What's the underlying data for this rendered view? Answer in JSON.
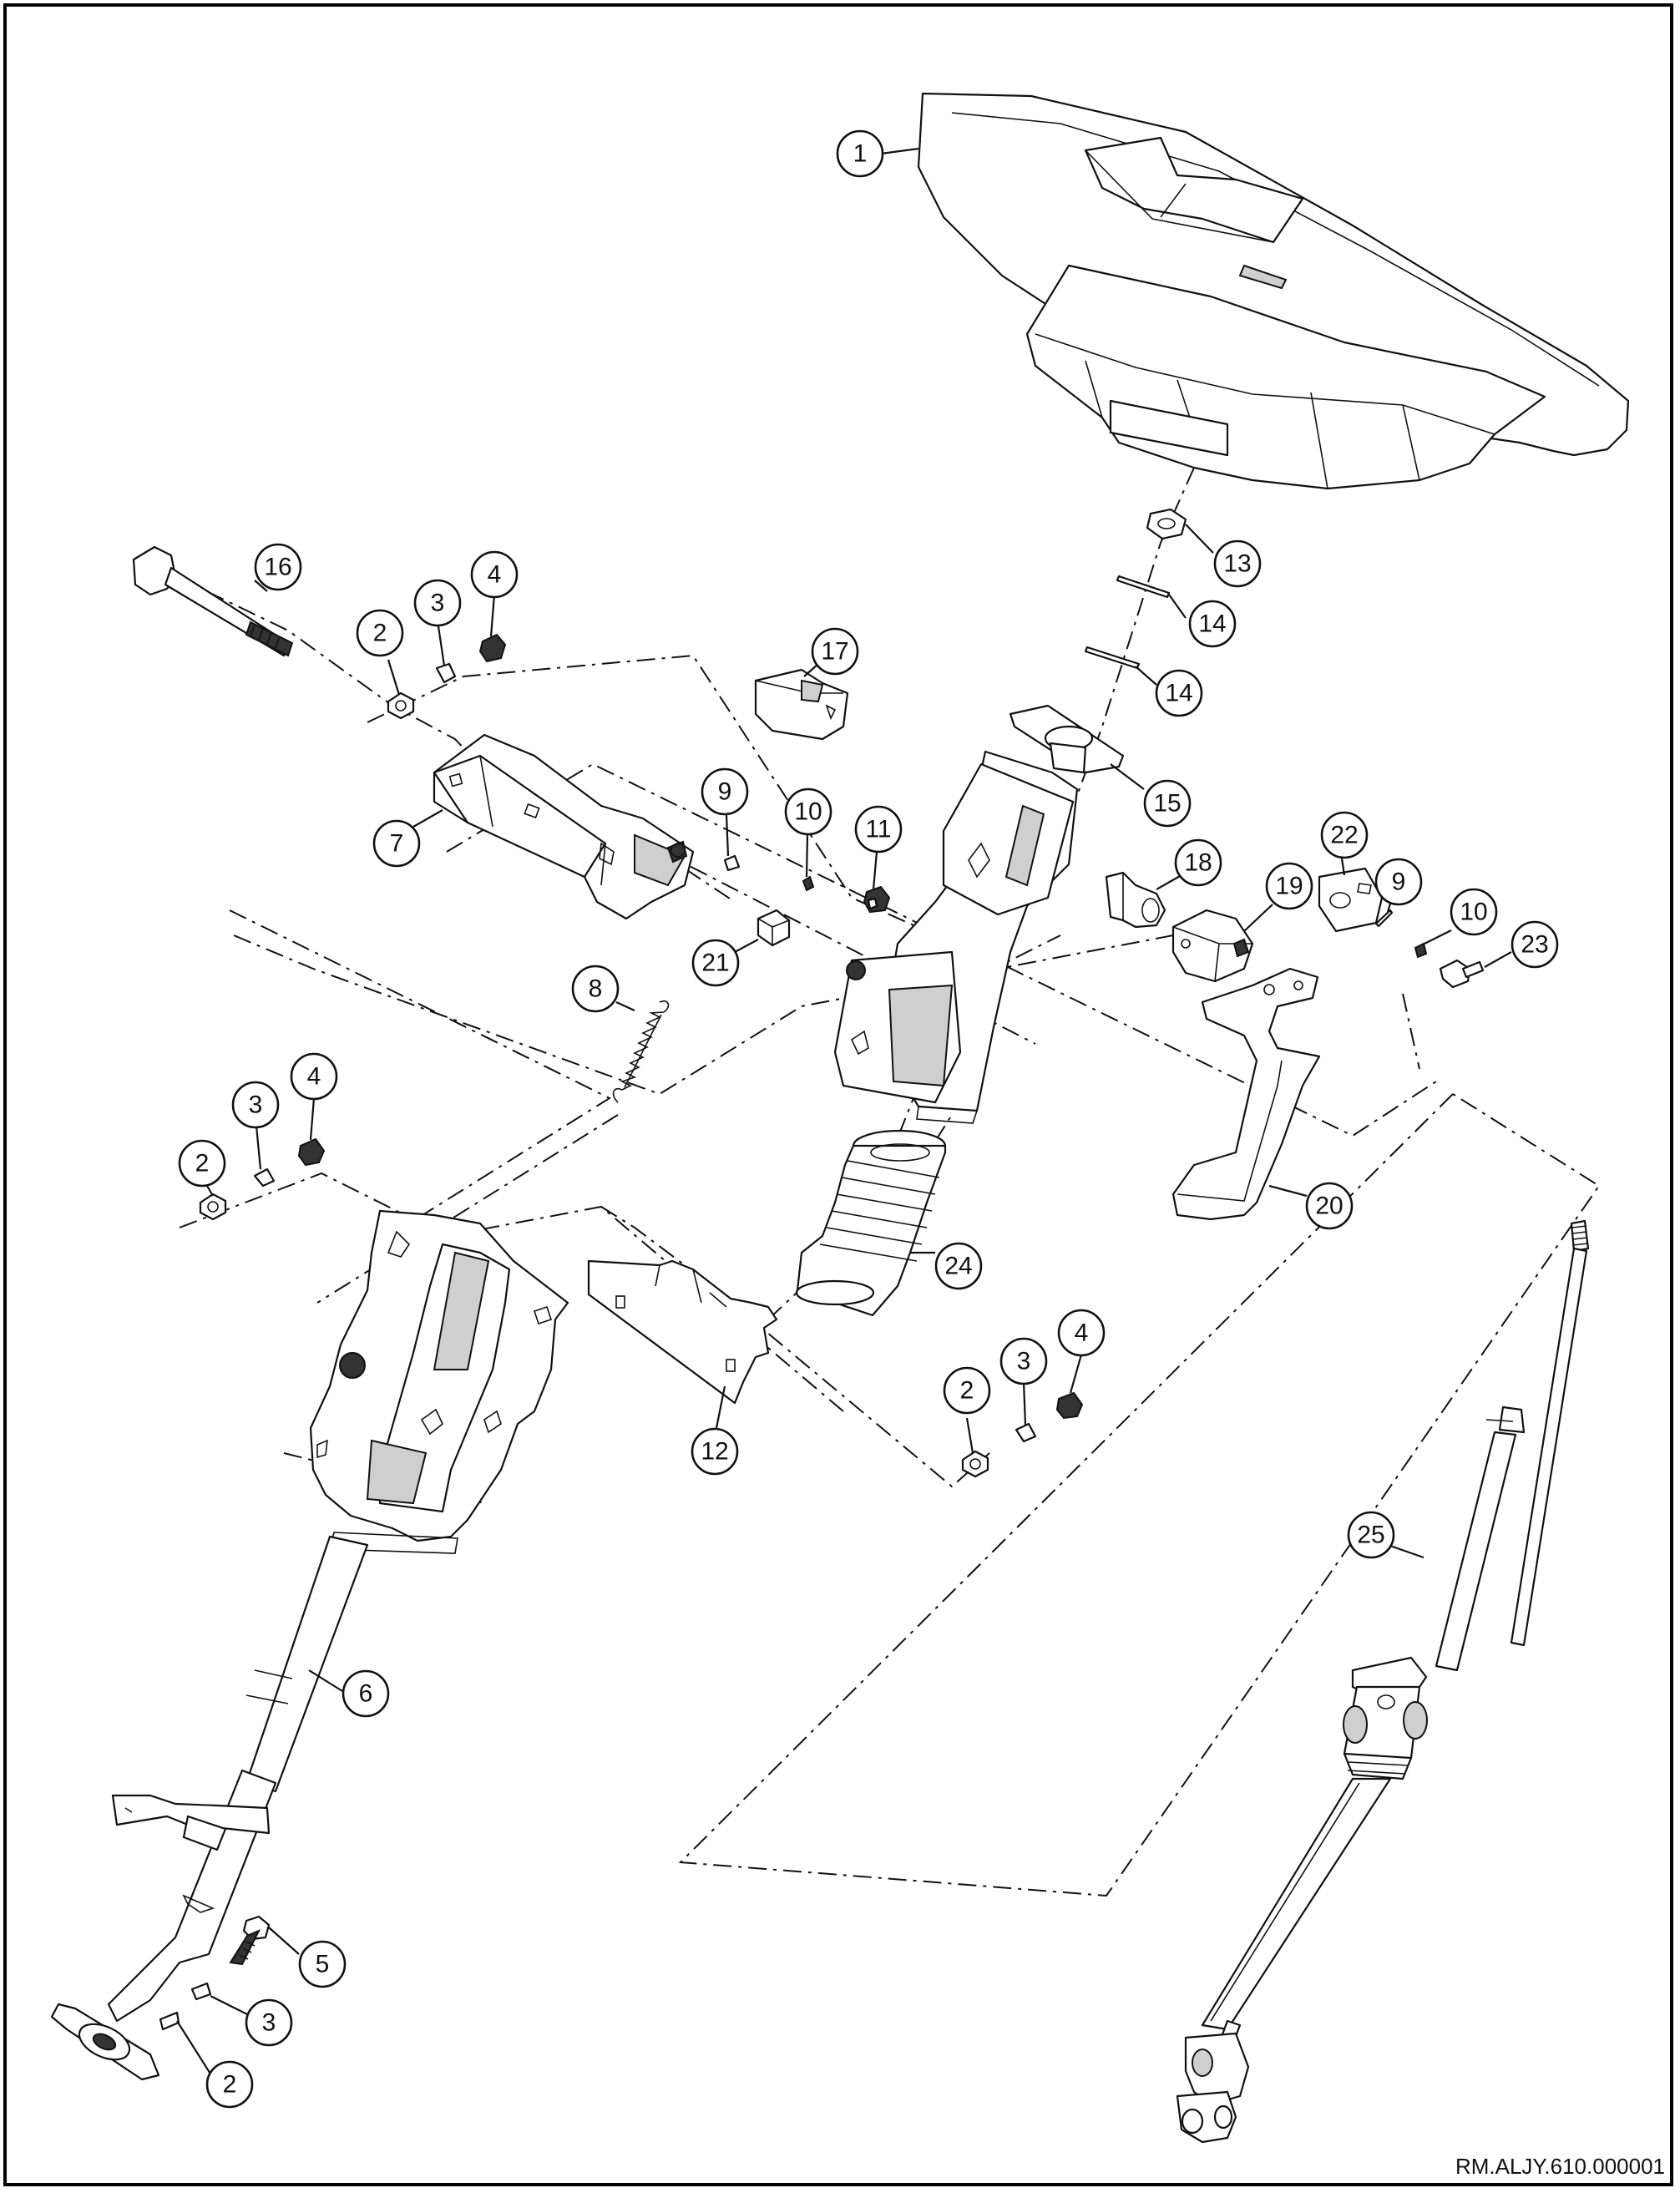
{
  "diagram": {
    "reference_code": "RM.ALJY.610.000001",
    "callouts": [
      {
        "id": "c1",
        "label": "1"
      },
      {
        "id": "c2a",
        "label": "2"
      },
      {
        "id": "c2b",
        "label": "2"
      },
      {
        "id": "c2c",
        "label": "2"
      },
      {
        "id": "c2d",
        "label": "2"
      },
      {
        "id": "c3a",
        "label": "3"
      },
      {
        "id": "c3b",
        "label": "3"
      },
      {
        "id": "c3c",
        "label": "3"
      },
      {
        "id": "c3d",
        "label": "3"
      },
      {
        "id": "c4a",
        "label": "4"
      },
      {
        "id": "c4b",
        "label": "4"
      },
      {
        "id": "c4c",
        "label": "4"
      },
      {
        "id": "c5",
        "label": "5"
      },
      {
        "id": "c6",
        "label": "6"
      },
      {
        "id": "c7",
        "label": "7"
      },
      {
        "id": "c8",
        "label": "8"
      },
      {
        "id": "c9a",
        "label": "9"
      },
      {
        "id": "c9b",
        "label": "9"
      },
      {
        "id": "c10a",
        "label": "10"
      },
      {
        "id": "c10b",
        "label": "10"
      },
      {
        "id": "c11",
        "label": "11"
      },
      {
        "id": "c12",
        "label": "12"
      },
      {
        "id": "c13",
        "label": "13"
      },
      {
        "id": "c14a",
        "label": "14"
      },
      {
        "id": "c14b",
        "label": "14"
      },
      {
        "id": "c15",
        "label": "15"
      },
      {
        "id": "c16",
        "label": "16"
      },
      {
        "id": "c17",
        "label": "17"
      },
      {
        "id": "c18",
        "label": "18"
      },
      {
        "id": "c19",
        "label": "19"
      },
      {
        "id": "c20",
        "label": "20"
      },
      {
        "id": "c21",
        "label": "21"
      },
      {
        "id": "c22",
        "label": "22"
      },
      {
        "id": "c23",
        "label": "23"
      },
      {
        "id": "c24",
        "label": "24"
      },
      {
        "id": "c25",
        "label": "25"
      }
    ]
  }
}
